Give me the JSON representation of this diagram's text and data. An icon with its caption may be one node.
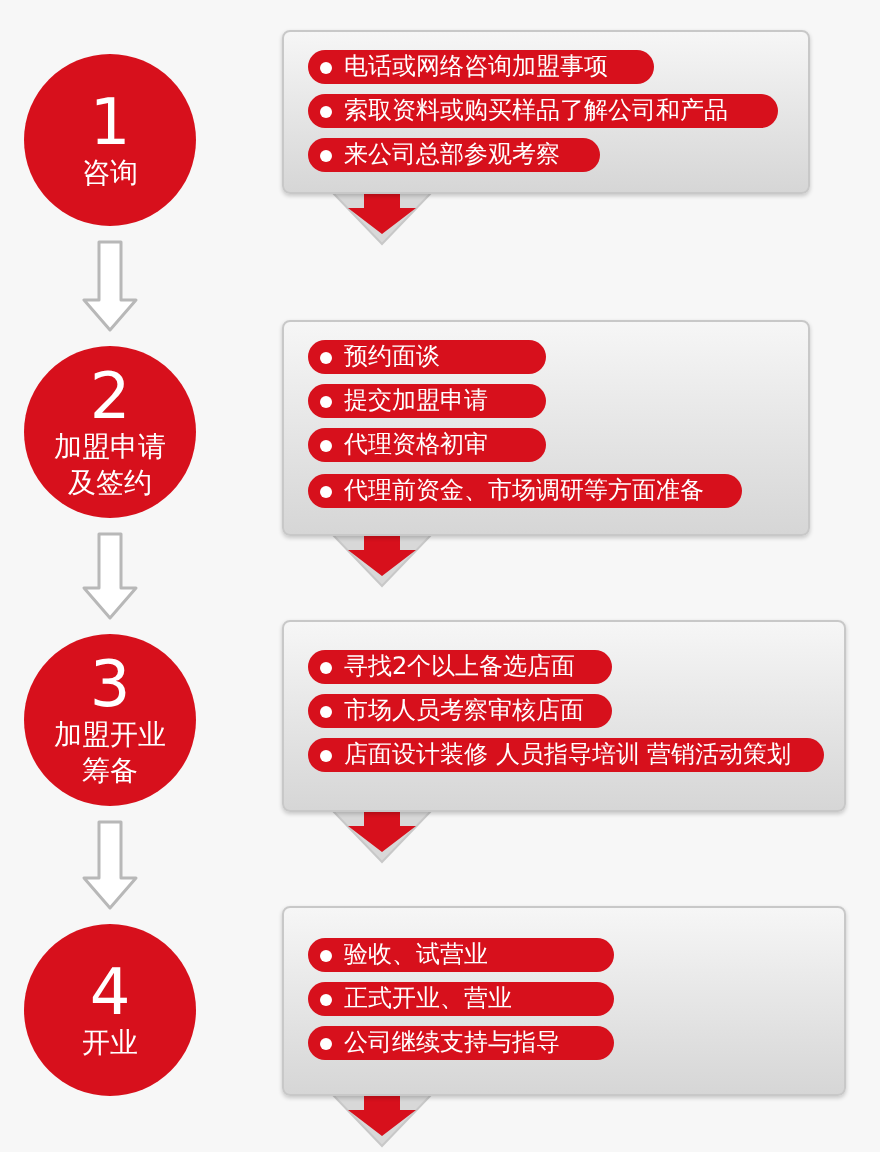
{
  "diagram": {
    "nodes": [
      {
        "text": [
          "1",
          "咨询"
        ]
      },
      {
        "text": [],
        "shape": "box"
      },
      {
        "text": [
          "电话或网络咨询加盟事项"
        ],
        "in": 1
      },
      {
        "text": [
          "索取资料或购买样品了解公司和产品"
        ],
        "in": 1
      },
      {
        "text": [
          "来公司总部参观考察"
        ],
        "in": 1
      },
      {
        "text": [
          "2",
          "加盟申请及签约"
        ]
      },
      {
        "text": [],
        "shape": "box"
      },
      {
        "text": [
          "预约面谈"
        ],
        "in": 6
      },
      {
        "text": [
          "提交加盟申请"
        ],
        "in": 6
      },
      {
        "text": [
          "代理资格初审"
        ],
        "in": 6
      },
      {
        "text": [
          "代理前资金、市场调研等方面准备"
        ],
        "in": 6
      },
      {
        "text": [
          "3",
          "加盟开业筹备"
        ]
      },
      {
        "text": [],
        "shape": "box"
      },
      {
        "text": [
          "寻找2个以上备选店面"
        ],
        "in": 12
      },
      {
        "text": [
          "市场人员考察审核店面"
        ],
        "in": 12
      },
      {
        "text": [
          "店面设计装修 人员指导培训 营销活动策划"
        ],
        "in": 12
      },
      {
        "text": [
          "4",
          "开业"
        ]
      },
      {
        "text": [],
        "shape": "box"
      },
      {
        "text": [
          "验收、试营业"
        ],
        "in": 17
      },
      {
        "text": [
          "正式开业、营业"
        ],
        "in": 17
      },
      {
        "text": [
          "公司继续支持与指导"
        ],
        "in": 17
      }
    ],
    "edges": [
      {
        "from": 0,
        "to": 5,
        "arrow": "to"
      },
      {
        "from": 5,
        "to": 11,
        "arrow": "to"
      },
      {
        "from": 11,
        "to": 16,
        "arrow": "to"
      },
      {
        "from": 1,
        "to": null,
        "arrow": "to",
        "color": "#d7101c"
      },
      {
        "from": 6,
        "to": null,
        "arrow": "to",
        "color": "#d7101c"
      },
      {
        "from": 12,
        "to": null,
        "arrow": "to",
        "color": "#d7101c"
      },
      {
        "from": 17,
        "to": null,
        "arrow": "to",
        "color": "#d7101c"
      }
    ]
  }
}
